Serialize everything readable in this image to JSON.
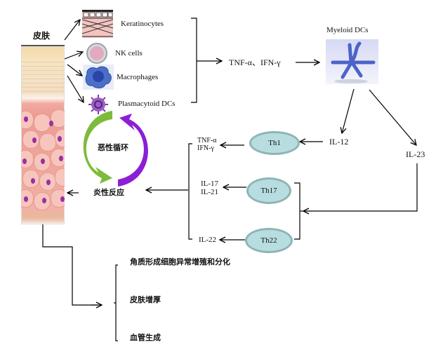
{
  "skin": {
    "label": "皮肤"
  },
  "cells": [
    {
      "name": "Keratinocytes",
      "icon": "keratinocytes-icon"
    },
    {
      "name": "NK cells",
      "icon": "nk-cell-icon"
    },
    {
      "name": "Macrophages",
      "icon": "macrophage-icon"
    },
    {
      "name": "Plasmacytoid DCs",
      "icon": "plasmacytoid-dc-icon"
    }
  ],
  "cytokines_first": "TNF-α、IFN-γ",
  "myeloid": {
    "label": "Myeloid DCs",
    "icon": "myeloid-dc-icon"
  },
  "il12": "IL-12",
  "il23": "IL-23",
  "th_cells": [
    {
      "name": "Th1",
      "outputs": [
        "TNF-α",
        "IFN-γ"
      ]
    },
    {
      "name": "Th17",
      "outputs": [
        "IL-17",
        "IL-21"
      ]
    },
    {
      "name": "Th22",
      "outputs": [
        "IL-22"
      ]
    }
  ],
  "cycle": {
    "label": "恶性循环",
    "colors": {
      "green": "#7dbb3c",
      "purple": "#8a1fd6"
    }
  },
  "inflammation": "炎性反应",
  "outcomes": [
    "角质形成细胞异常增殖和分化",
    "皮肤增厚",
    "血管生成"
  ],
  "colors": {
    "th_fill": "#b7dde0",
    "th_border": "#8fb4b4",
    "line": "#000000"
  }
}
